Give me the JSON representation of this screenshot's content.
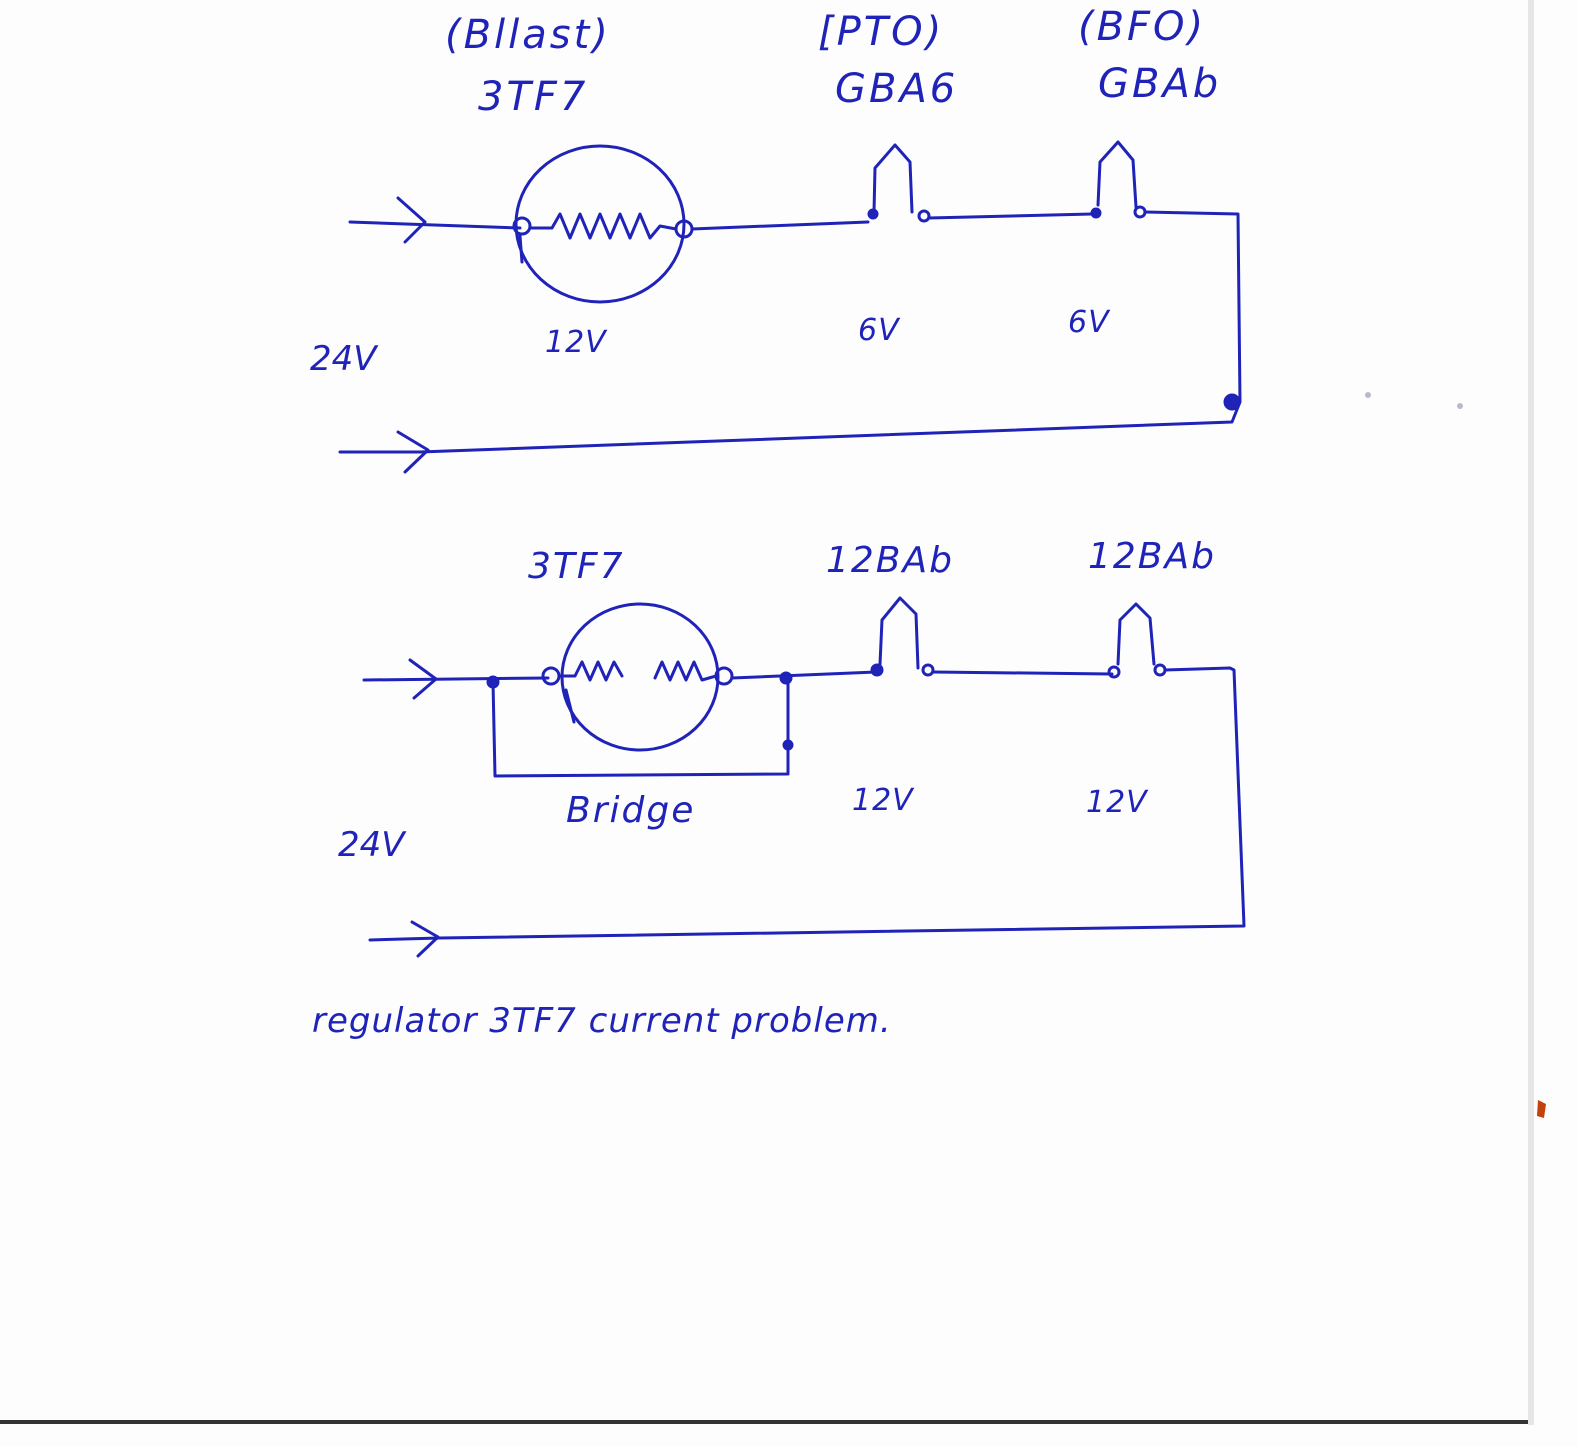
{
  "colors": {
    "ink": "#1f23b8",
    "paper": "#fdfdfd",
    "edge_shadow": "#333333",
    "stain": "#c2410c"
  },
  "diagram_top": {
    "ballast_role": "(Bllast)",
    "ballast_tube": "3TF7",
    "tube1_role": "[PTO)",
    "tube1_type": "GBA6",
    "tube2_role": "(BFO)",
    "tube2_type": "GBAb",
    "supply_voltage": "24V",
    "ballast_voltage": "12V",
    "tube1_voltage": "6V",
    "tube2_voltage": "6V"
  },
  "diagram_bottom": {
    "ballast_tube": "3TF7",
    "tube1_type": "12BAb",
    "tube2_type": "12BAb",
    "supply_voltage": "24V",
    "bridge_label": "Bridge",
    "tube1_voltage": "12V",
    "tube2_voltage": "12V"
  },
  "note": "regulator 3TF7 current problem."
}
